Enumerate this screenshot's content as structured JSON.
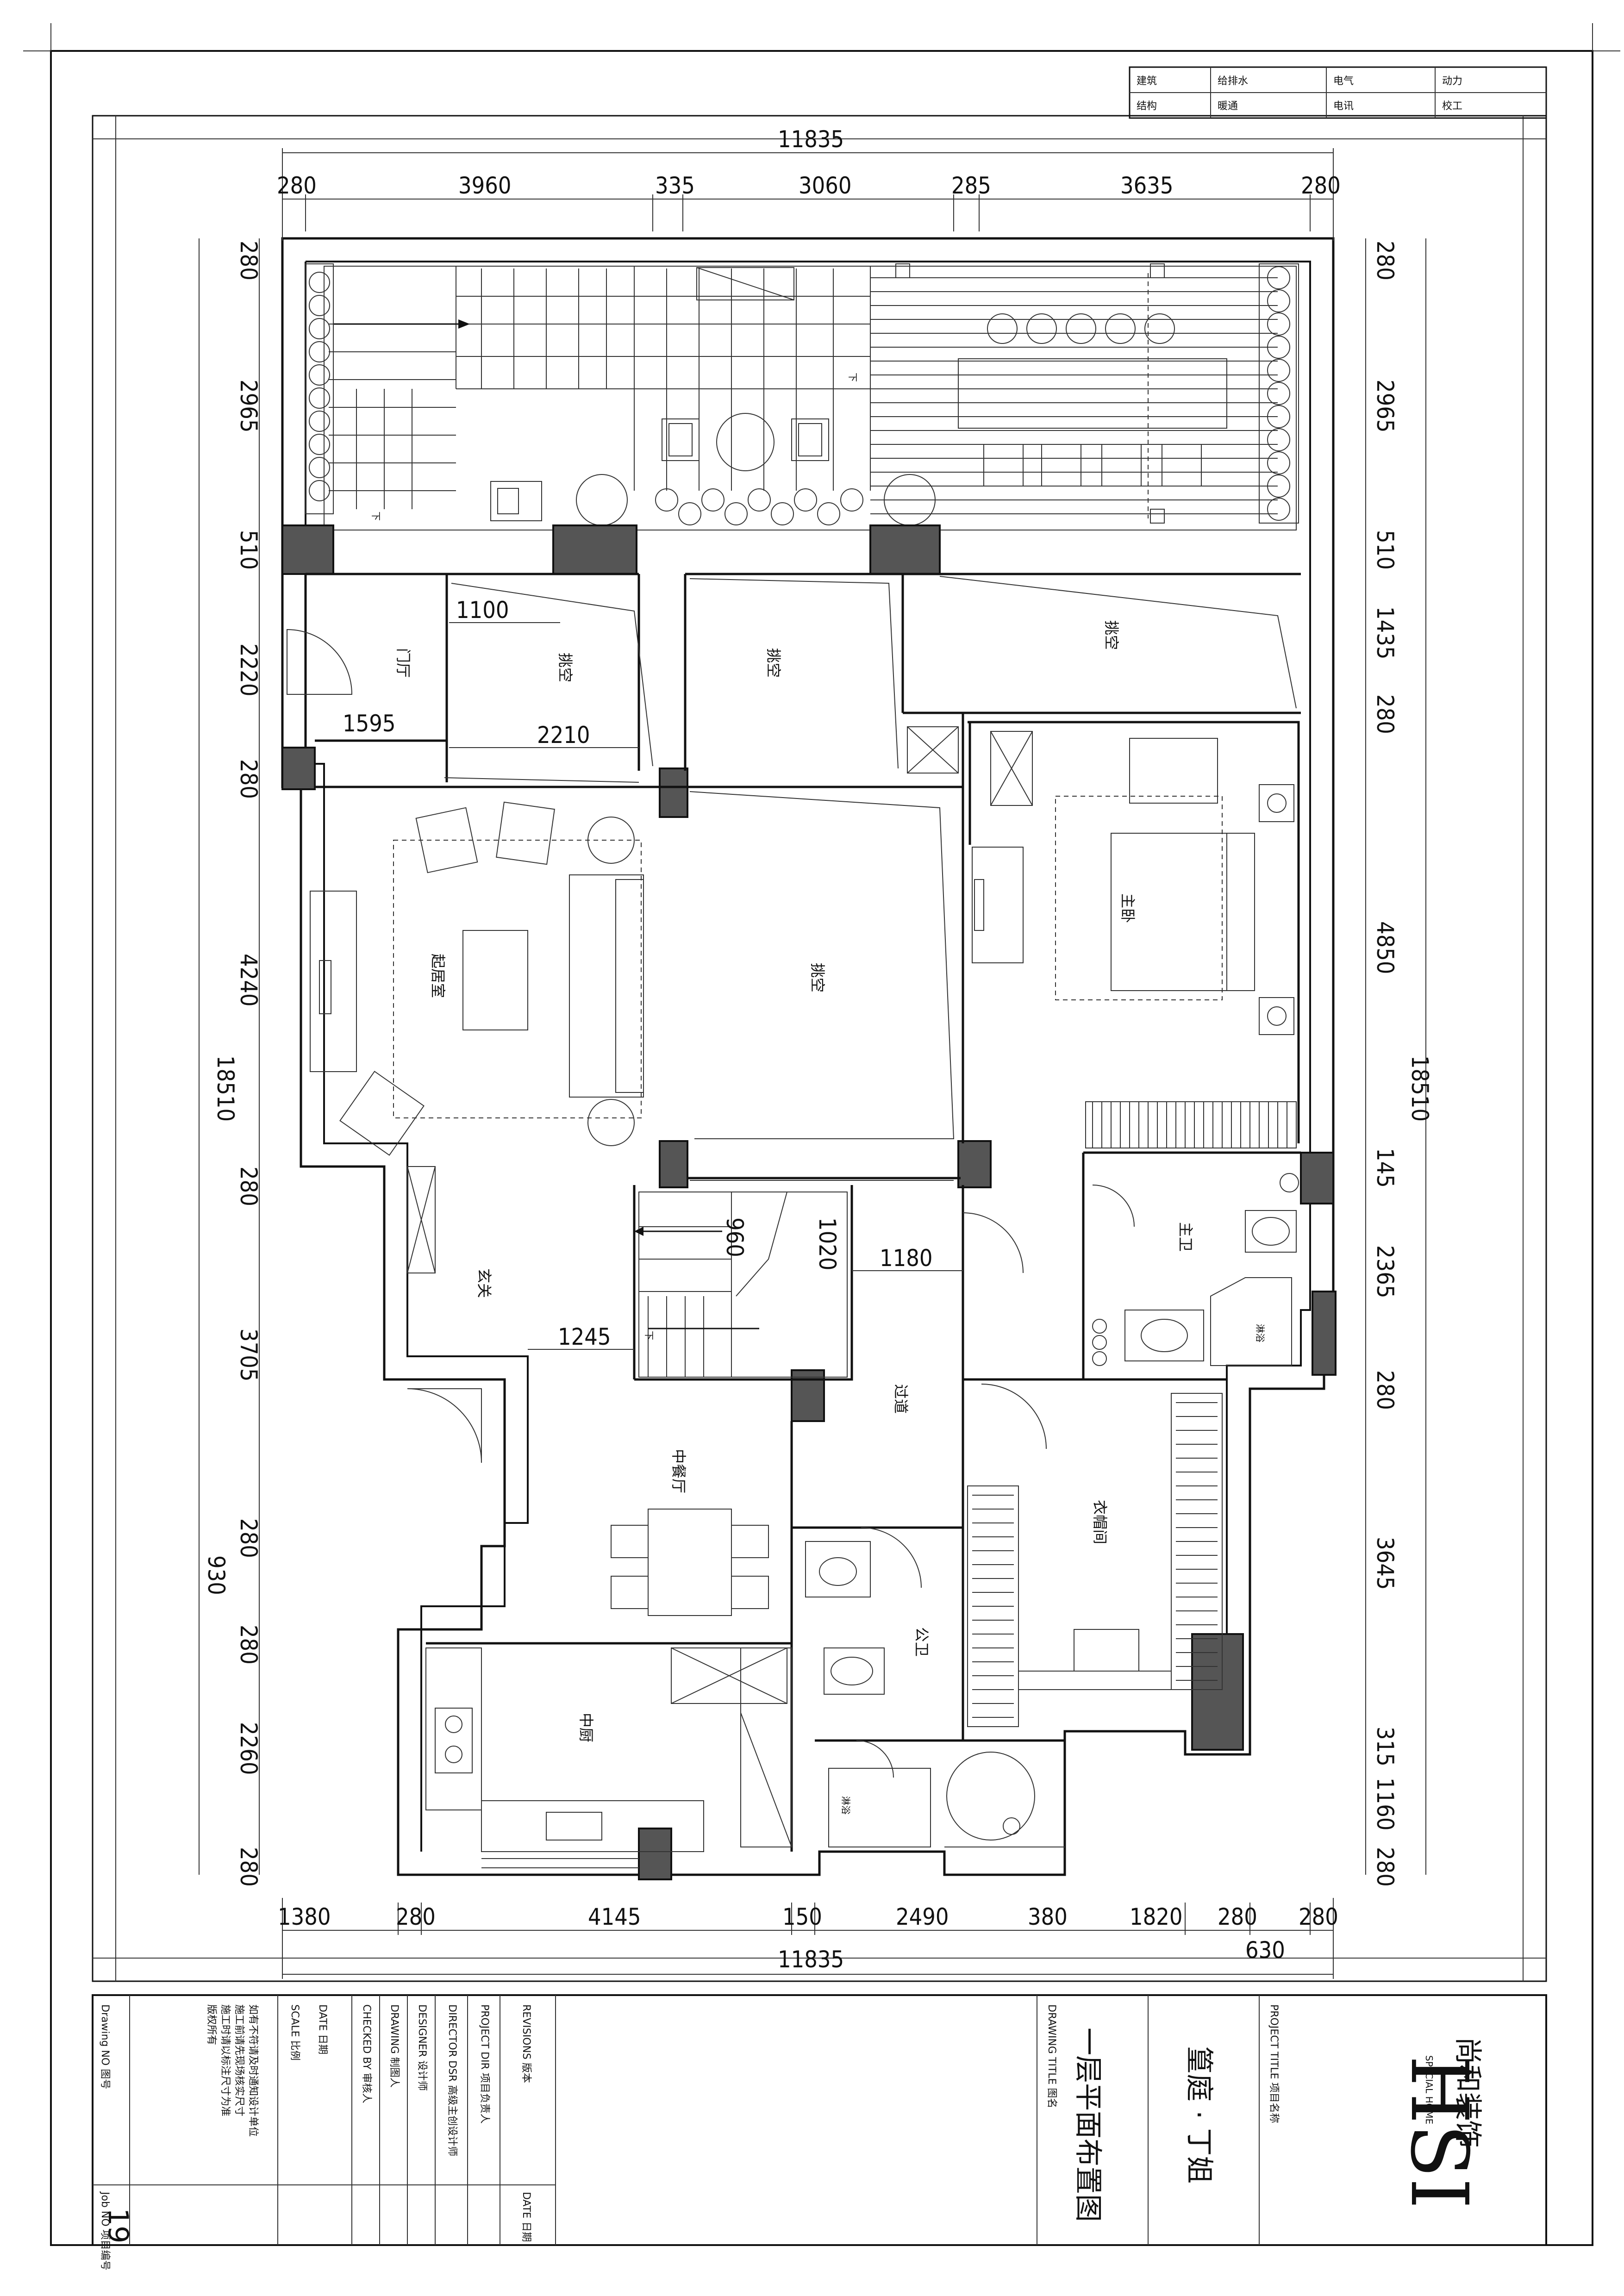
{
  "title_block": {
    "logo": "HSI",
    "logo_sub": "SPECIAL HOME",
    "company": "尚和装饰",
    "project_title_label": "PROJECT TITLE 项目名称",
    "project_name": "篁庭 · 丁姐",
    "drawing_title_label": "DRAWING TITLE 图名",
    "drawing_title": "一层平面布置图",
    "revisions_label": "REVISIONS 版本",
    "date_label_right": "DATE 日期",
    "project_dir": "PROJECT DIR 项目负责人",
    "director_dsr": "DIRECTOR DSR 高级主创设计师",
    "designer": "DESIGNER 设计师",
    "drawing": "DRAWING 制图人",
    "checked_by": "CHECKED BY 审核人",
    "date": "DATE 日期",
    "scale": "SCALE 比例",
    "notes": [
      "版权所有",
      "施工时请以标注尺寸为准",
      "施工前请先现场核实尺寸",
      "如有不符请及时通知设计单位"
    ],
    "drawing_no_label": "Drawing NO 图号",
    "job_no_label": "Job NO 项目编号",
    "job_no": "19"
  },
  "discipline_table": [
    [
      "建筑",
      "给排水",
      "电气",
      "动力"
    ],
    [
      "结构",
      "暖通",
      "电讯",
      "校工"
    ]
  ],
  "rooms": {
    "entry_hall": "门厅",
    "void1": "挑空",
    "void2": "挑空",
    "void3": "挑空",
    "void_center": "挑空",
    "living": "起居室",
    "master_bed": "主卧",
    "master_bath": "主卫",
    "foyer": "玄关",
    "corridor": "过道",
    "dining": "中餐厅",
    "kitchen": "中厨",
    "powder": "公卫",
    "wardrobe": "衣帽间",
    "shower": "淋浴",
    "shower2": "淋浴"
  },
  "stair_mark": "下",
  "dimensions": {
    "top_total": "11835",
    "top": [
      "280",
      "3960",
      "335",
      "3060",
      "285",
      "3635",
      "280"
    ],
    "bottom": [
      "1380",
      "280",
      "4145",
      "150",
      "2490",
      "380",
      "1820",
      "280",
      "280"
    ],
    "bottom_total": "11835",
    "bottom_extra": "630",
    "left_total": "18510",
    "left": [
      "280",
      "2965",
      "510",
      "2220",
      "280",
      "4240",
      "280",
      "3705",
      "280",
      "930",
      "280",
      "2260",
      "280"
    ],
    "right_total": "18510",
    "right": [
      "280",
      "2965",
      "510",
      "1435",
      "280",
      "4850",
      "145",
      "2365",
      "280",
      "3645",
      "315",
      "1160",
      "280"
    ],
    "inner": [
      "1100",
      "2210",
      "1595",
      "960",
      "1020",
      "1180",
      "1245"
    ]
  }
}
